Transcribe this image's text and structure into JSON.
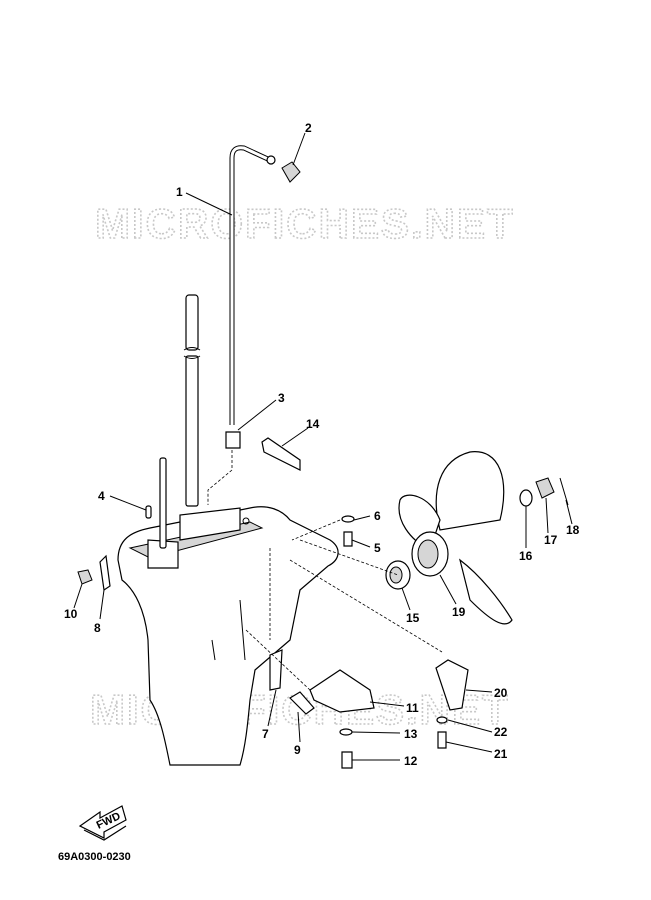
{
  "watermark": "MICROFICHES.NET",
  "diagram_code": "69A0300-0230",
  "fwd_label": "FWD",
  "callouts": {
    "c1": "1",
    "c2": "2",
    "c3": "3",
    "c4": "4",
    "c5": "5",
    "c6": "6",
    "c7": "7",
    "c8": "8",
    "c9": "9",
    "c10": "10",
    "c11": "11",
    "c12": "12",
    "c13": "13",
    "c14": "14",
    "c15": "15",
    "c16": "16",
    "c17": "17",
    "c18": "18",
    "c19": "19",
    "c20": "20",
    "c21": "21",
    "c22": "22"
  }
}
